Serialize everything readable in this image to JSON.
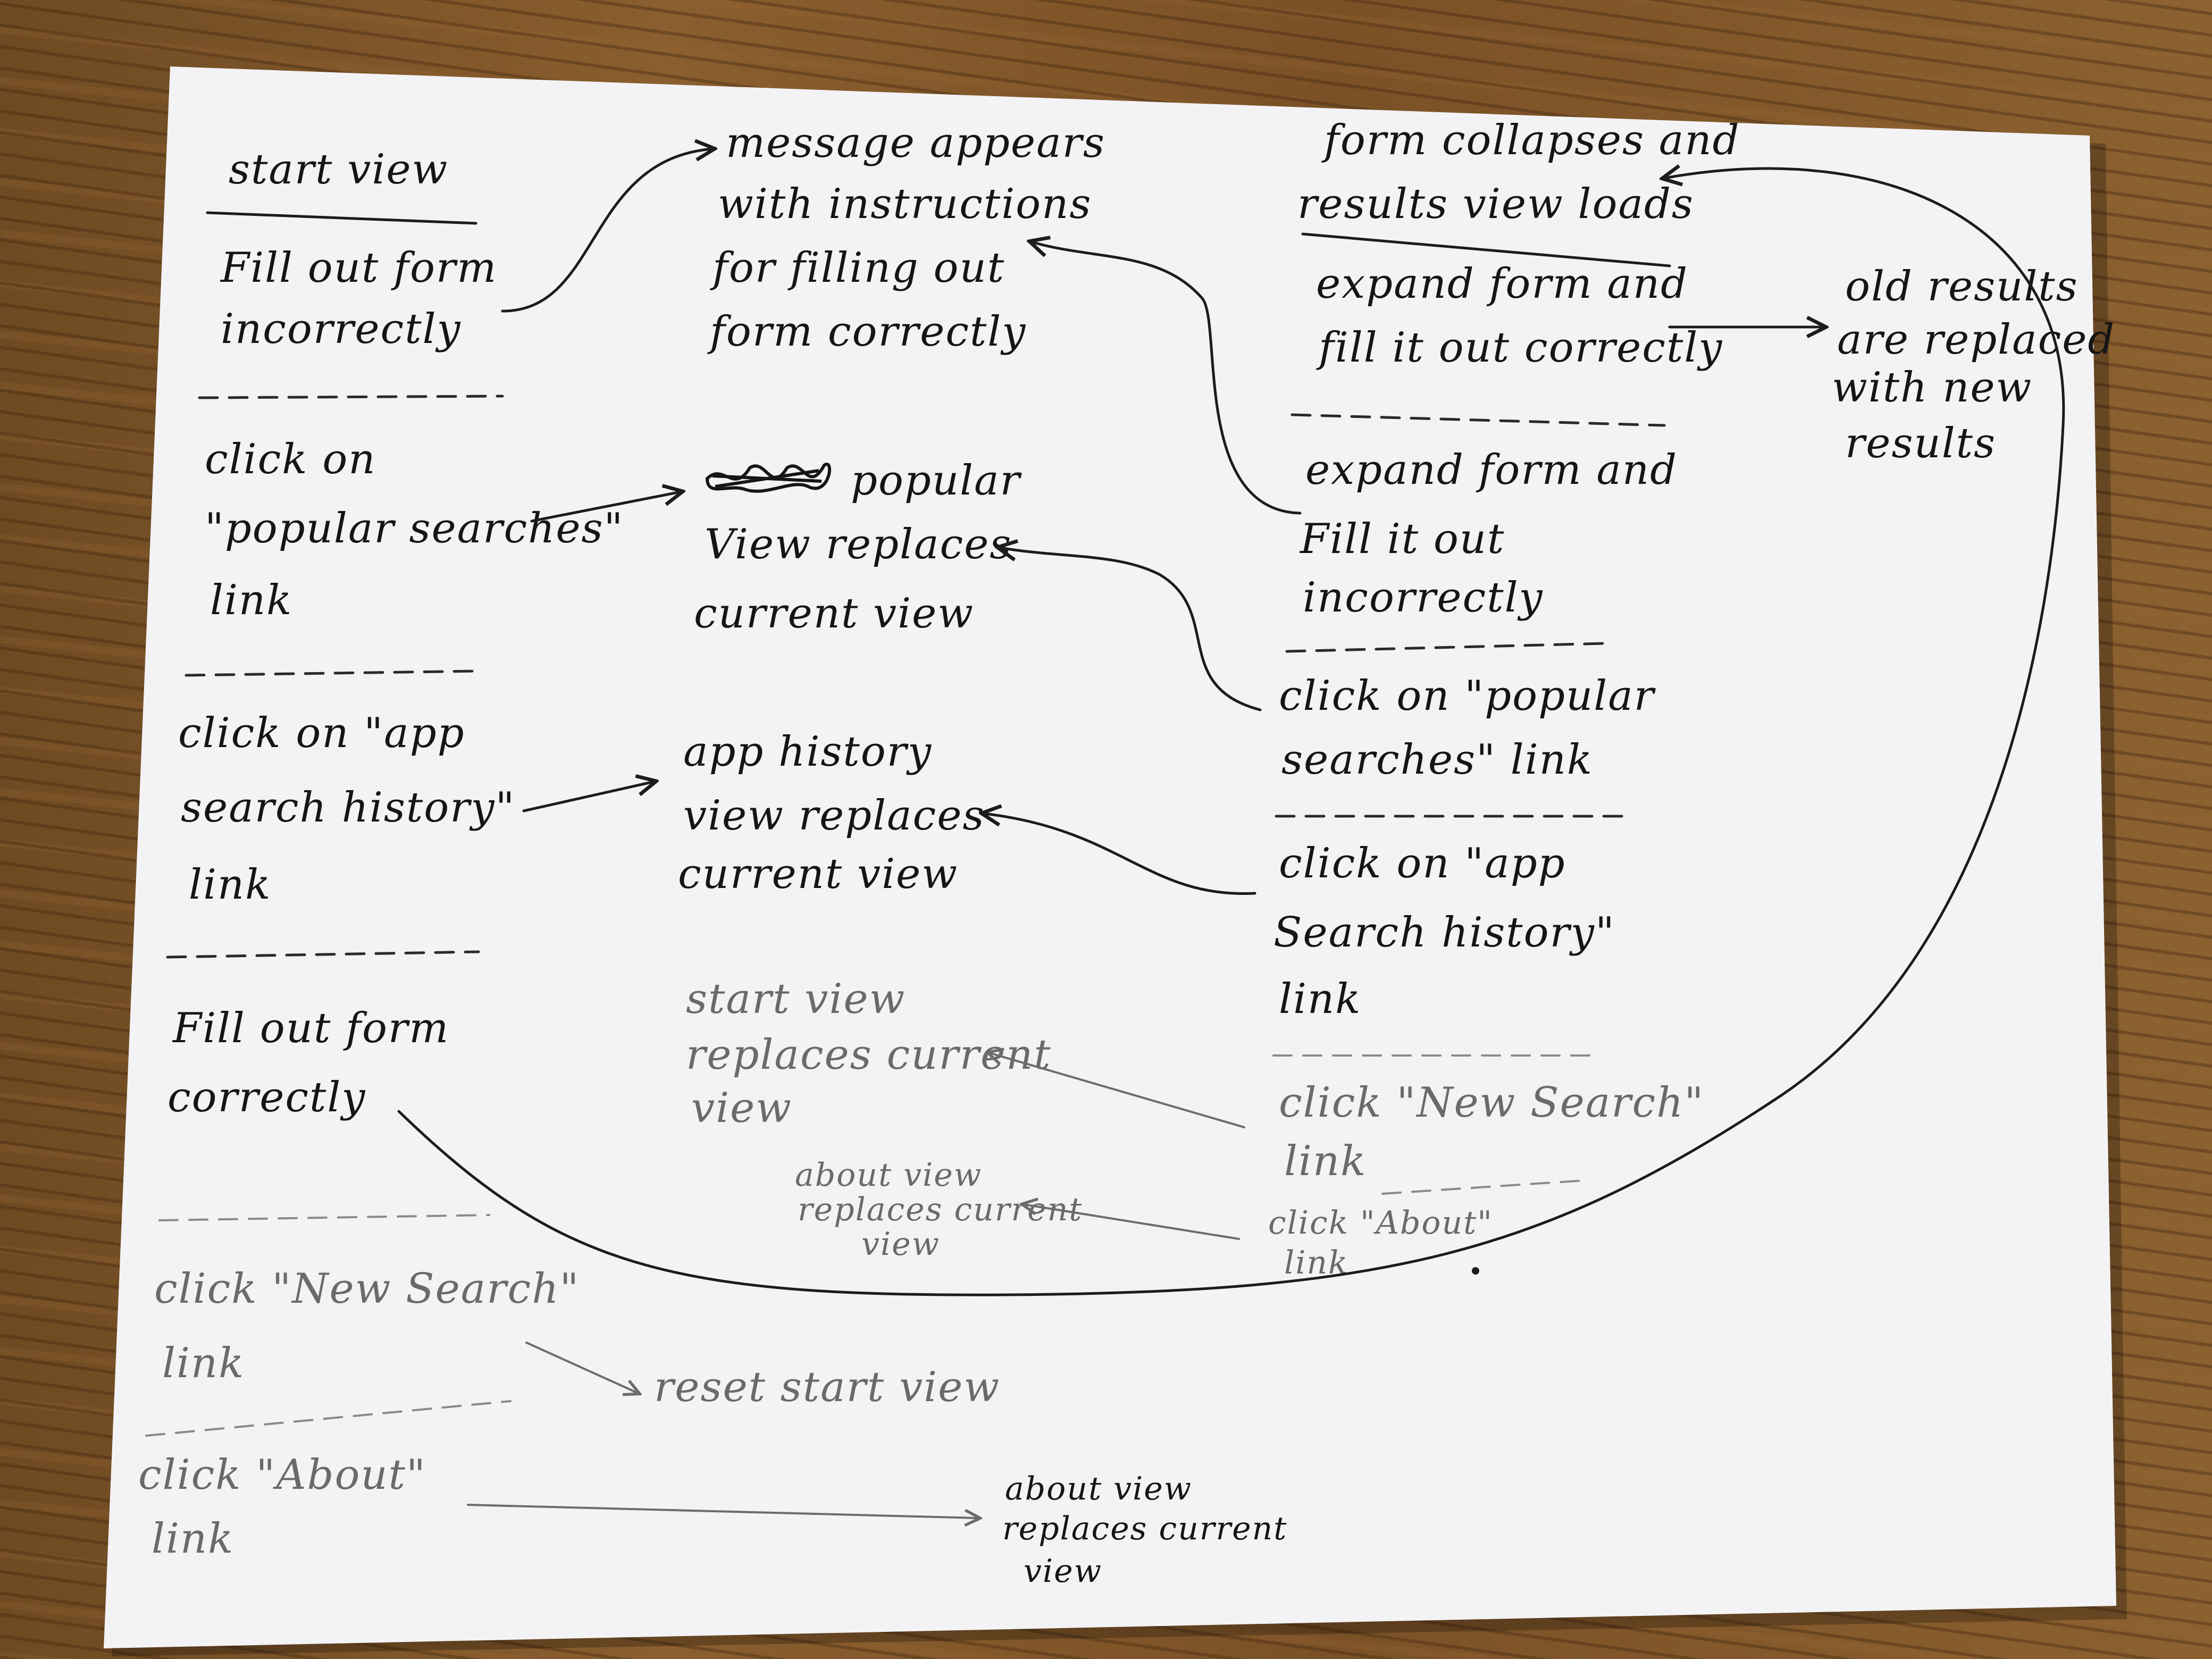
{
  "start_view": {
    "title": "start view",
    "events": [
      {
        "lines": [
          "Fill out form",
          "incorrectly"
        ]
      },
      {
        "lines": [
          "click on",
          "\"popular searches\"",
          "link"
        ]
      },
      {
        "lines": [
          "click on \"app",
          "search history\"",
          "link"
        ]
      },
      {
        "lines": [
          "Fill out form",
          "correctly"
        ]
      },
      {
        "lines": [
          "click \"New Search\"",
          "link"
        ]
      },
      {
        "lines": [
          "click \"About\"",
          "link"
        ]
      }
    ]
  },
  "outcomes": {
    "message": [
      "message appears",
      "with instructions",
      "for filling out",
      "form correctly"
    ],
    "popular": [
      "popular",
      "View replaces",
      "current view"
    ],
    "history": [
      "app history",
      "view replaces",
      "current view"
    ],
    "start_replace": [
      "start view",
      "replaces current",
      "view"
    ],
    "about_mid": [
      "about view",
      "replaces current",
      "view"
    ],
    "reset": [
      "reset start view"
    ],
    "about_bottom": [
      "about view",
      "replaces current",
      "view"
    ]
  },
  "results_view": {
    "title": [
      "form collapses and",
      "results view loads"
    ],
    "events": [
      {
        "lines": [
          "expand form and",
          "fill it out correctly"
        ]
      },
      {
        "lines": [
          "expand form and",
          "Fill it out",
          "incorrectly"
        ]
      },
      {
        "lines": [
          "click on \"popular",
          "searches\" link"
        ]
      },
      {
        "lines": [
          "click on \"app",
          "Search history\"",
          "link"
        ]
      },
      {
        "lines": [
          "click \"New Search\"",
          "link"
        ]
      },
      {
        "lines": [
          "click \"About\"",
          "link"
        ]
      }
    ],
    "side_note": [
      "old results",
      "are replaced",
      "with new",
      "results"
    ]
  }
}
